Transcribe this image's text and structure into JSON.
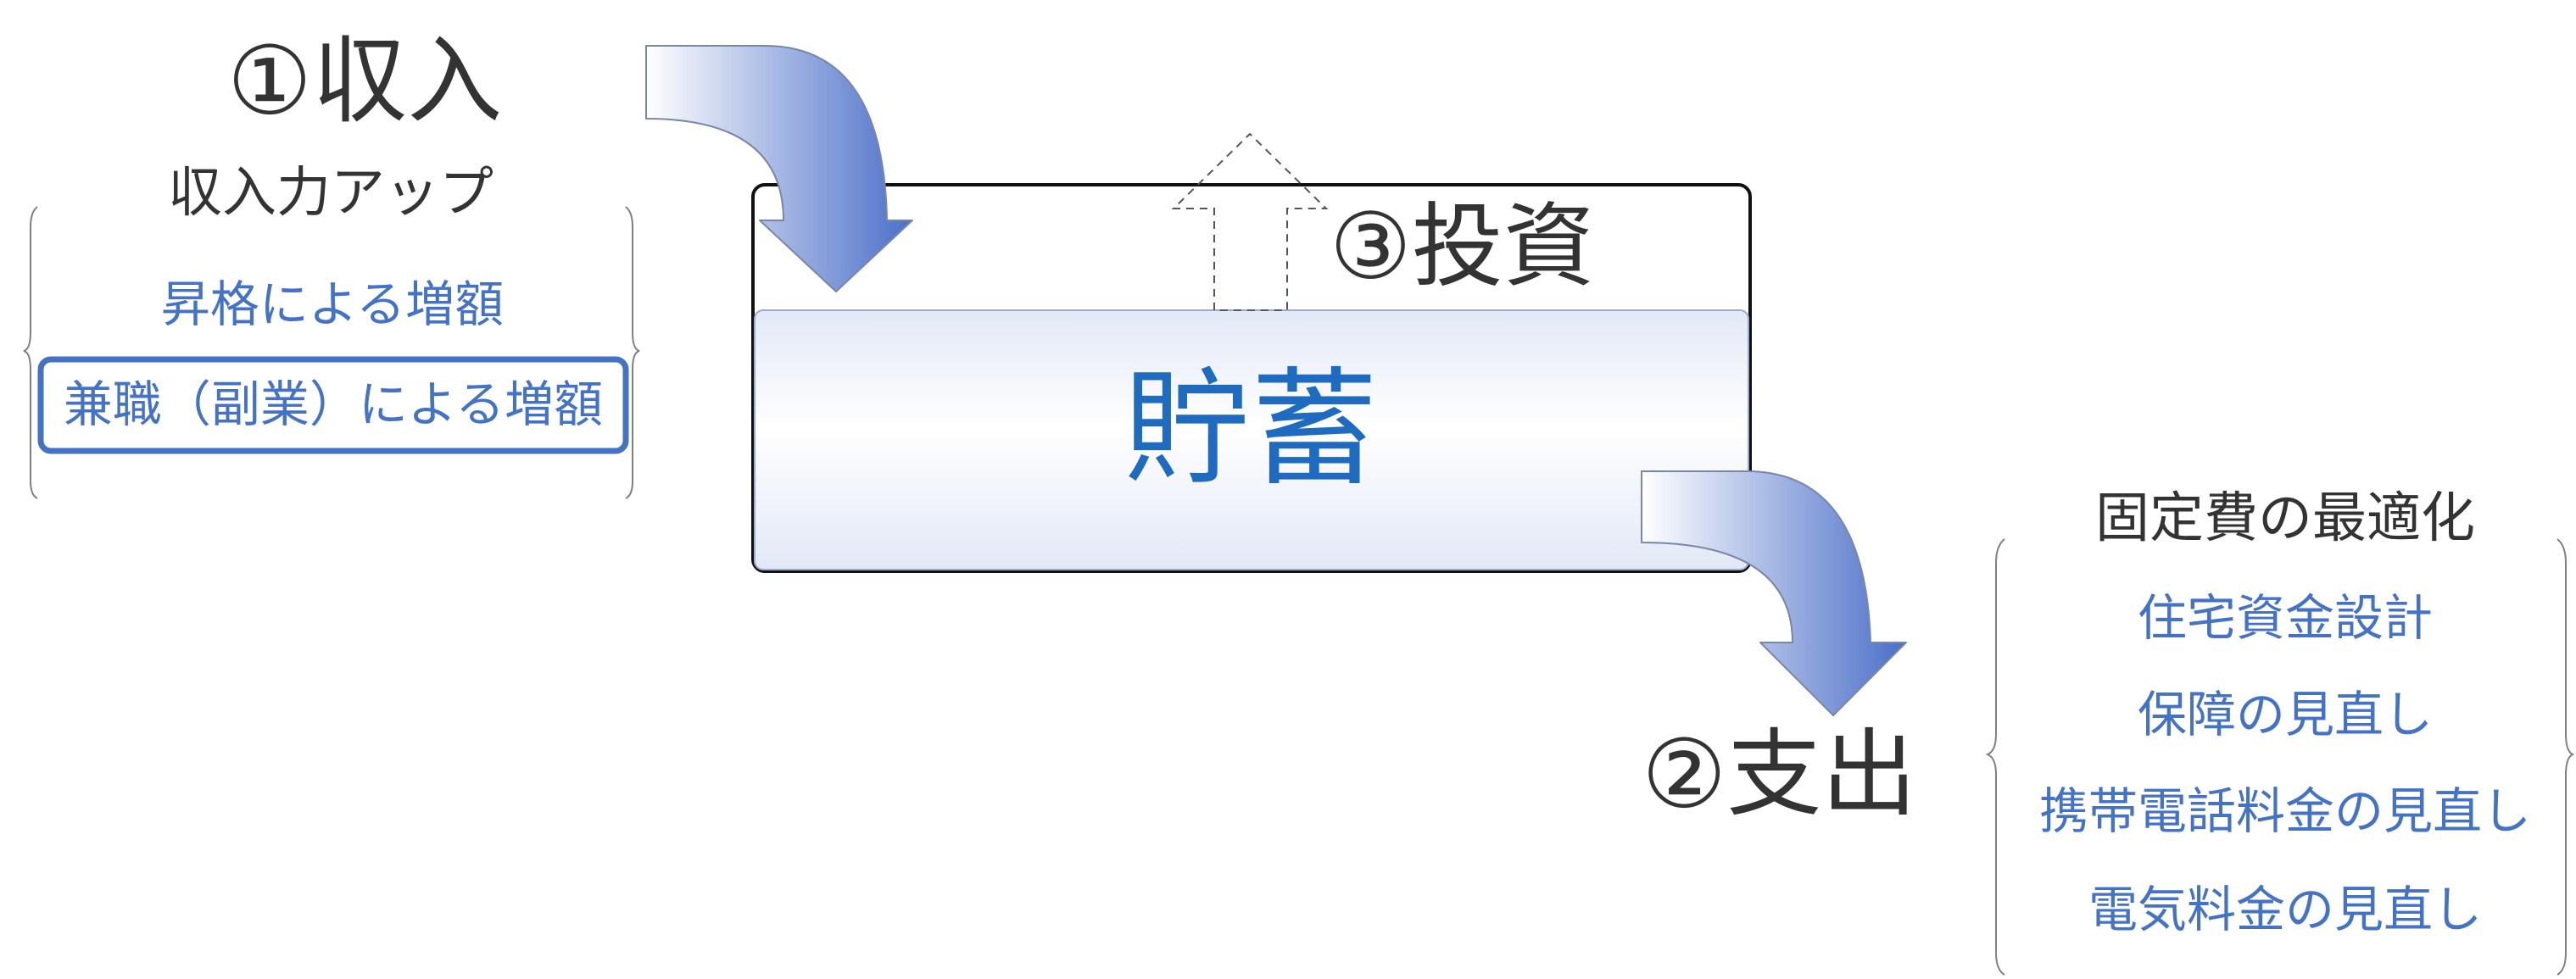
{
  "income": {
    "heading": "①収入",
    "subheading": "収入力アップ",
    "items": [
      "昇格による増額",
      "兼職（副業）による増額"
    ],
    "highlighted_item": "兼職（副業）による増額"
  },
  "savings": {
    "label": "貯蓄"
  },
  "investment": {
    "heading": "③投資"
  },
  "expense": {
    "heading": "②支出",
    "subheading": "固定費の最適化",
    "items": [
      "住宅資金設計",
      "保障の見直し",
      "携帯電話料金の見直し",
      "電気料金の見直し"
    ]
  },
  "colors": {
    "dark_text": "#333333",
    "blue_text": "#4472C4",
    "savings_text": "#1F6BC0",
    "arrow_dark": "#4B6FC8",
    "arrow_light": "#FFFFFF",
    "highlight_border": "#4472C4"
  }
}
